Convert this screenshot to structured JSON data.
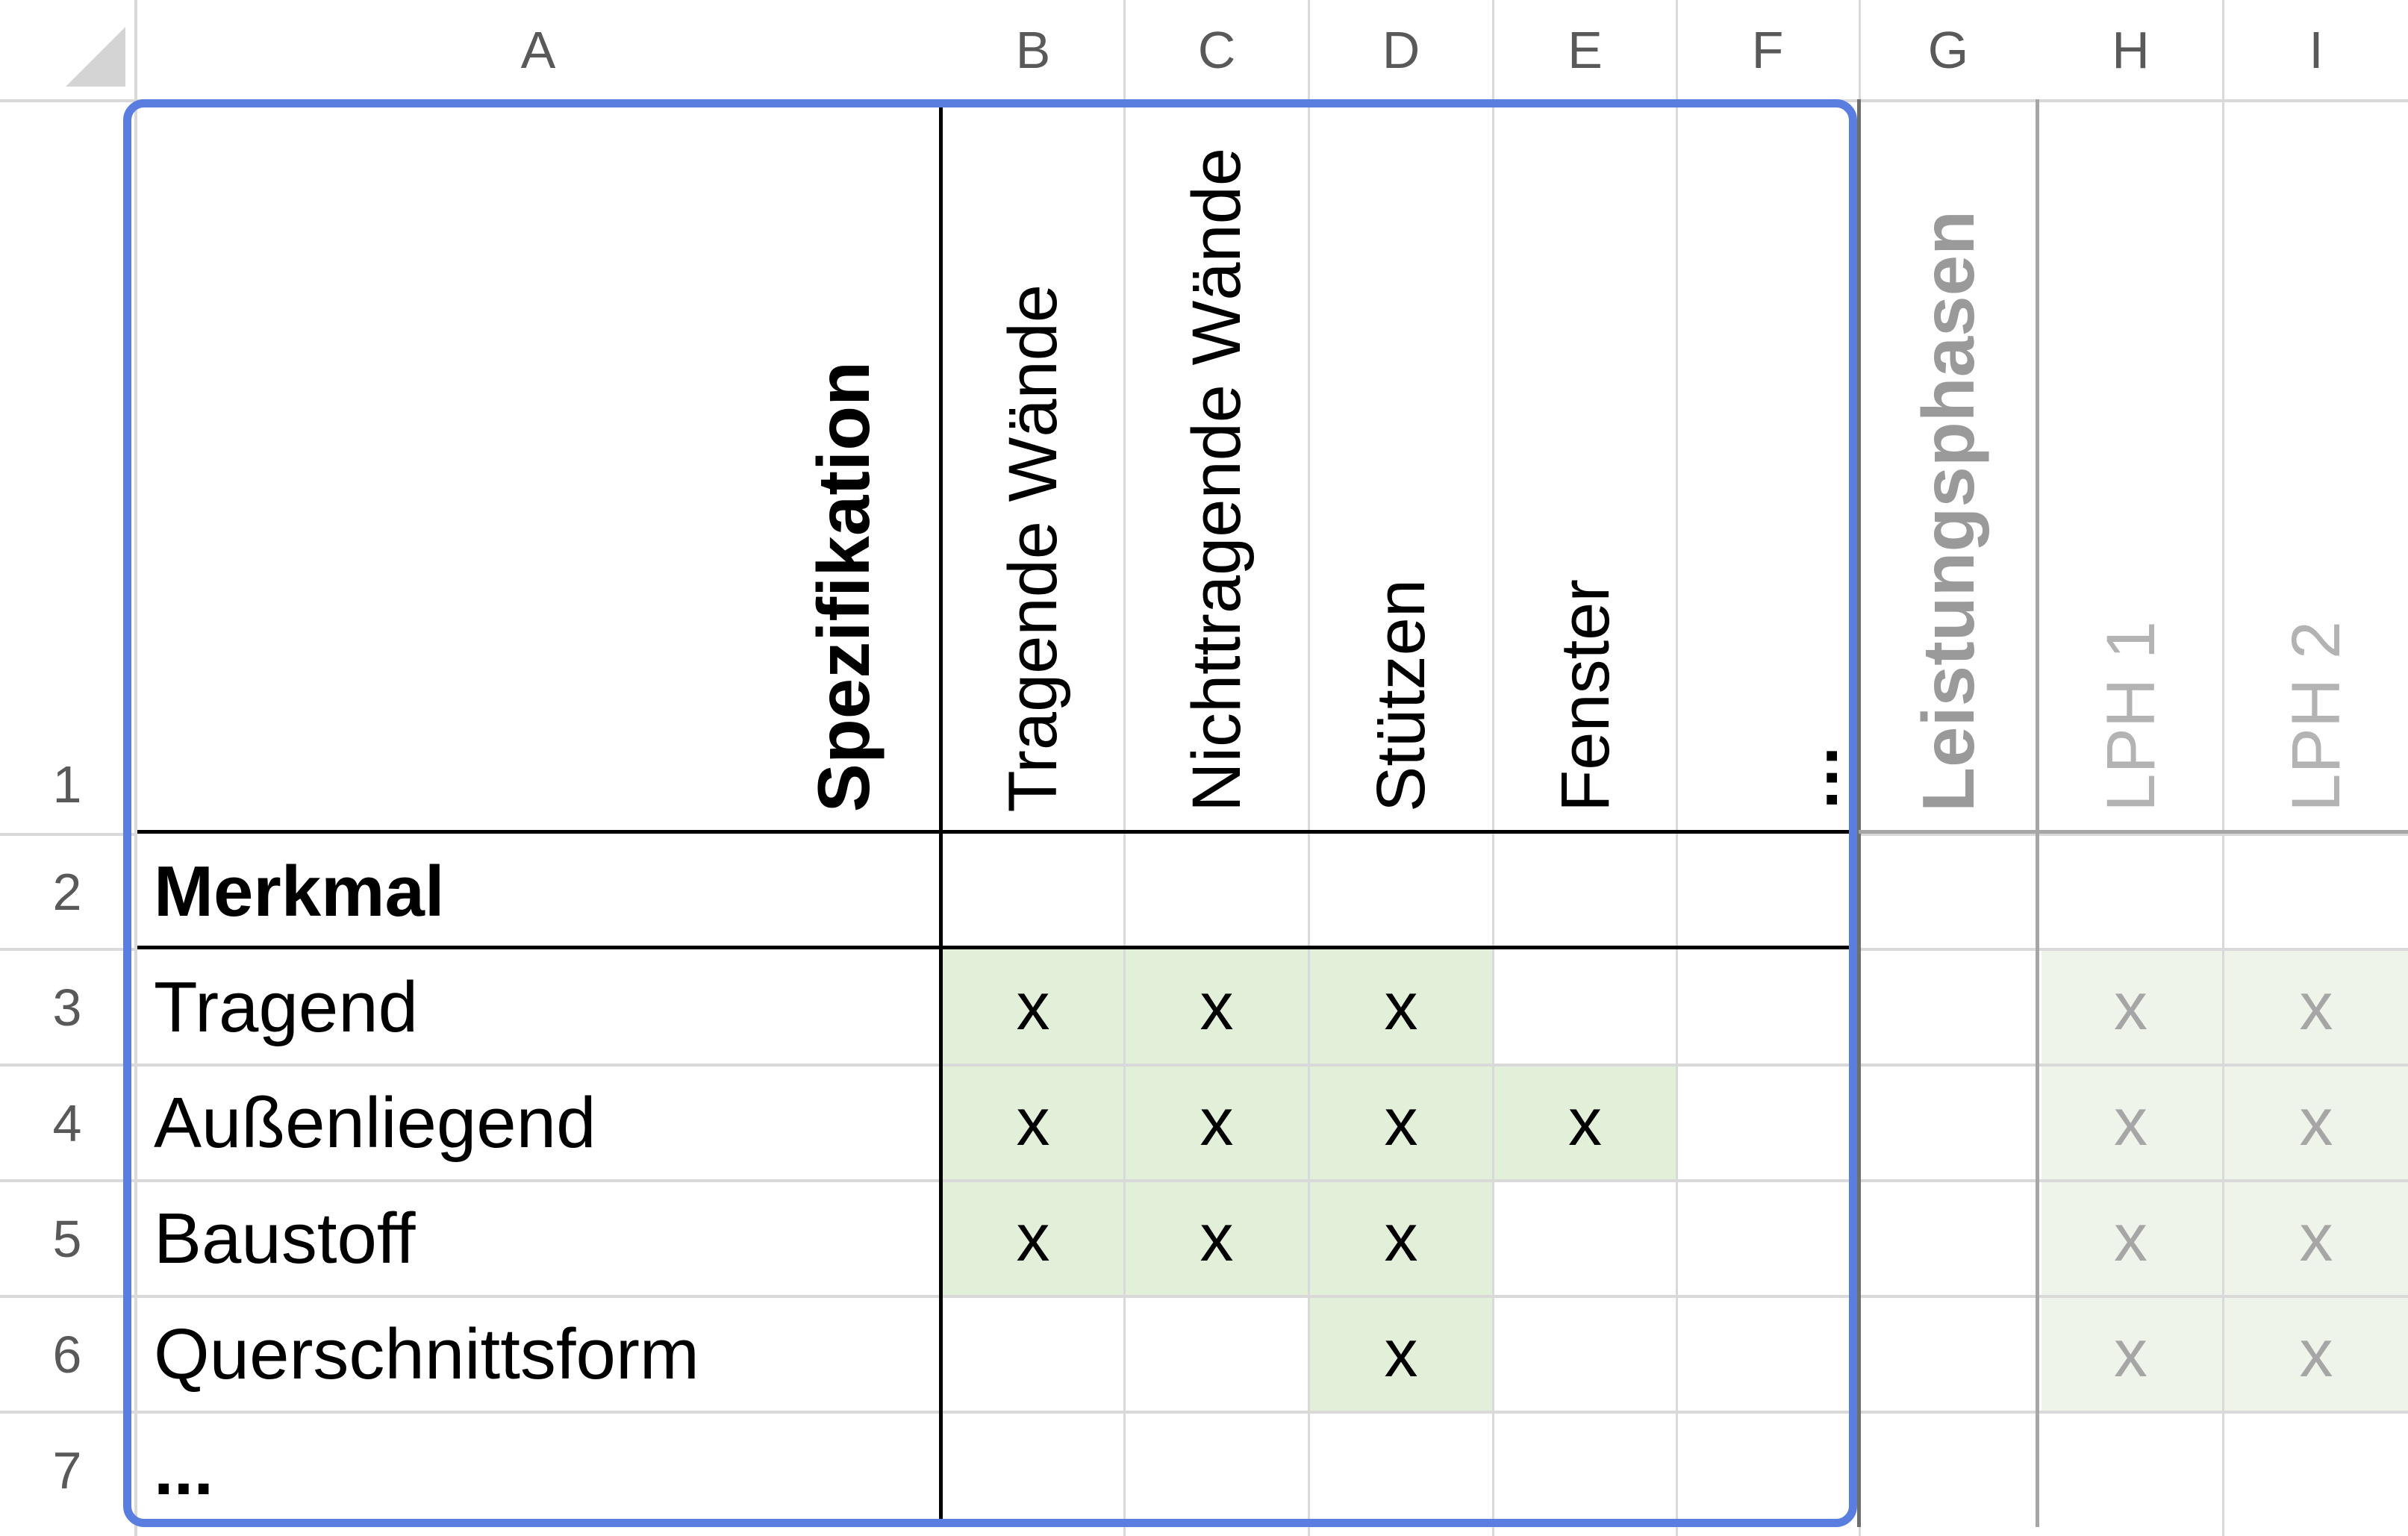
{
  "columns": [
    "A",
    "B",
    "C",
    "D",
    "E",
    "F",
    "G",
    "H",
    "I"
  ],
  "rows": [
    "1",
    "2",
    "3",
    "4",
    "5",
    "6",
    "7"
  ],
  "header_row": {
    "spezifikation": "Spezifikation",
    "tragende_waende": "Tragende Wände",
    "nichttragende_waende": "Nichttragende Wände",
    "stuetzen": "Stützen",
    "fenster": "Fenster",
    "more": "…",
    "leistungsphasen": "Leistungsphasen",
    "lph1": "LPH 1",
    "lph2": "LPH 2"
  },
  "merkmal_label": "Merkmal",
  "merkmale": [
    "Tragend",
    "Außenliegend",
    "Baustoff",
    "Querschnittsform",
    "..."
  ],
  "mark": "x",
  "colors": {
    "selection_border": "#5a7ee0",
    "fill_green": "#e2efd9",
    "fill_green_light": "#eef4ea",
    "gridline": "#d9d9d9"
  }
}
